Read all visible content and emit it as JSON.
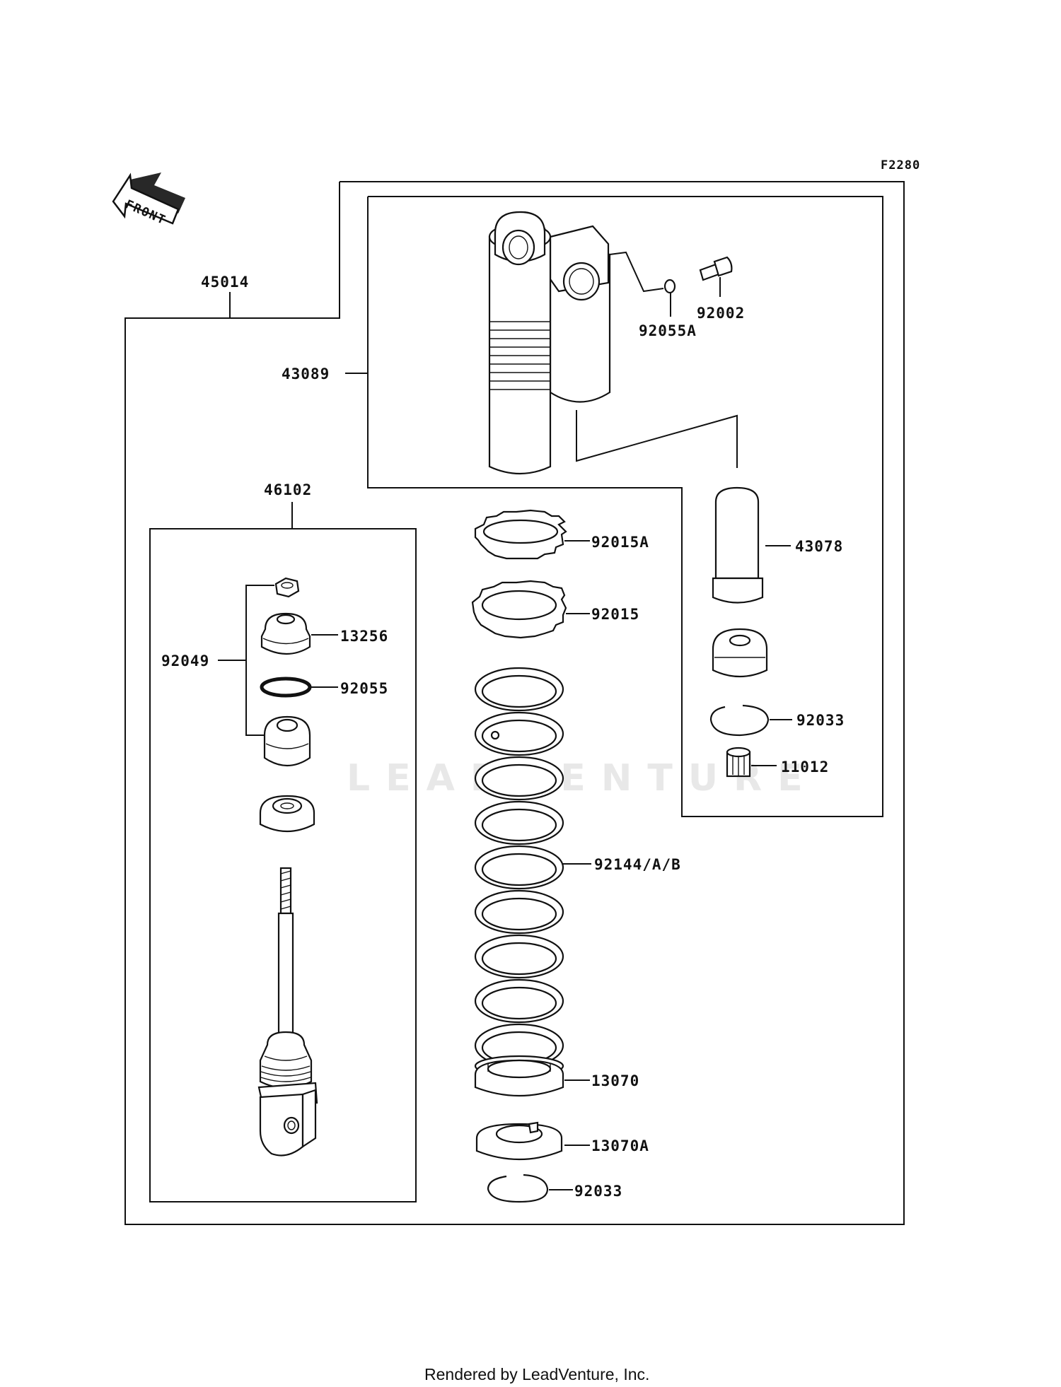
{
  "diagram_code": "F2280",
  "front_arrow": {
    "label": "FRONT",
    "icon": "front-direction-arrow-icon"
  },
  "watermark": "LEADVENTURE",
  "footer": "Rendered by LeadVenture, Inc.",
  "callouts": {
    "assembly": "45014",
    "damper_unit": "43089",
    "o_ring_a": "92055A",
    "bolt": "92002",
    "rod_unit": "46102",
    "bushing_group": "92049",
    "rubber_bushing": "13256",
    "o_ring": "92055",
    "nut_a": "92015A",
    "nut": "92015",
    "spring": "92144/A/B",
    "spring_guide": "13070",
    "spring_guide_a": "13070A",
    "circlip_lower": "92033",
    "bladder": "43078",
    "circlip_upper": "92033",
    "needle_bearing": "11012"
  }
}
